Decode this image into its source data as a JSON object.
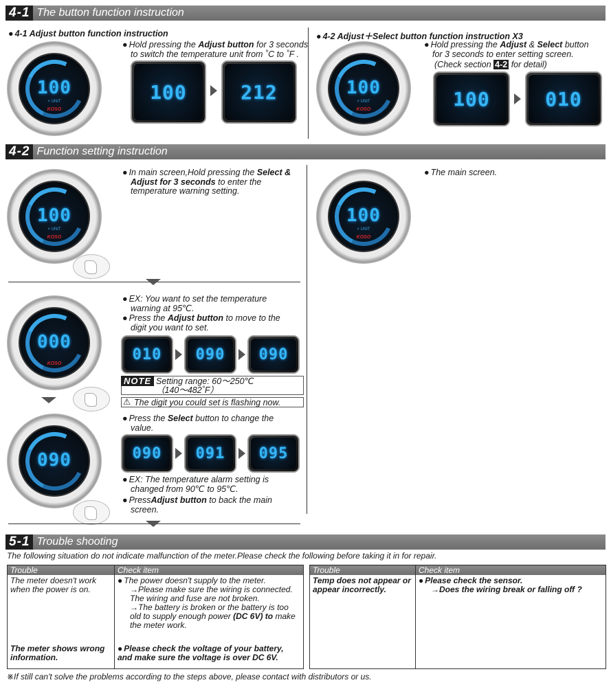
{
  "sec41": {
    "num": "4-1",
    "title": "The button function instruction"
  },
  "s41a": {
    "heading": "4-1 Adjust button function instruction",
    "t1a": "Hold pressing the ",
    "t1b": "Adjust button",
    "t1c": " for 3 seconds",
    "t2": "to switch the temperature unit from ˚C to ˚F .",
    "gauge_value": "100",
    "lcd1": "100",
    "lcd2": "212"
  },
  "s41b": {
    "heading": "4-2 Adjust＋Select button function instruction X3",
    "t1a": "Hold pressing the ",
    "t1b": "Adjust",
    "t1c": " & ",
    "t1d": "Select",
    "t1e": " button",
    "t2": "for 3 seconds to enter setting screen.",
    "t3a": "(Check section ",
    "t3b": "4-2",
    "t3c": " for detail)",
    "gauge_value": "100",
    "lcd1": "100",
    "lcd2": "010"
  },
  "sec42": {
    "num": "4-2",
    "title": "Function setting instruction"
  },
  "s42": {
    "p1a": "In main screen,Hold pressing the ",
    "p1b": "Select &",
    "p1c": "Adjust for 3 seconds",
    "p1d": " to enter the",
    "p1e": "temperature warning setting.",
    "main_screen": "The main screen.",
    "g1": "100",
    "g2": "100",
    "g3": "000",
    "g4": "090",
    "ex1": "EX: You want to set the temperature",
    "ex2": "warning at 95℃.",
    "pa": "Press the ",
    "pb": "Adjust button",
    "pc": " to move to the",
    "pd": "digit you want to set.",
    "lcdA": [
      "010",
      "090",
      "090"
    ],
    "note_tag": "NOTE",
    "note1": "Setting range: 60～250℃",
    "note2": "（140～482˚F）",
    "warn": "The digit you could set is flashing now.",
    "sa": "Press the ",
    "sb": "Select",
    "sc": " button to change the",
    "sd": "value.",
    "lcdB": [
      "090",
      "091",
      "095"
    ],
    "ex3": "EX: The temperature alarm setting is",
    "ex4": "changed from 90℃ to 95℃.",
    "back_a": "Press",
    "back_b": "Adjust button",
    "back_c": " to back the main",
    "back_d": "screen."
  },
  "sec51": {
    "num": "5-1",
    "title": "Trouble shooting"
  },
  "s51": {
    "intro": "The following situation do not indicate malfunction of the meter.Please check the following before taking it in for repair.",
    "th_trouble": "Trouble",
    "th_check": "Check item",
    "r1_trouble": "The meter doesn't work when the power is on.",
    "r1_c1": "The power doesn't supply to the meter.",
    "r1_c2": "→Please make sure the wiring is connected. The wiring and fuse are not broken.",
    "r1_c3a": "→The battery is broken or the battery is too old to supply enough power ",
    "r1_c3b": "(DC 6V) to",
    "r1_c3c": " make the meter work.",
    "r2_trouble": "The meter shows wrong information.",
    "r2_c1": "Please check the voltage of your battery, and make sure the voltage is over DC 6V.",
    "r3_trouble": "Temp does not appear or appear incorrectly.",
    "r3_c1": "Please check the sensor.",
    "r3_c2": "→Does the wiring break or falling off ?",
    "footer": "※If still can't solve the problems according to the steps above, please contact with distributors or us."
  },
  "gauge_unit": "× UNIT",
  "brand": "KOSO"
}
